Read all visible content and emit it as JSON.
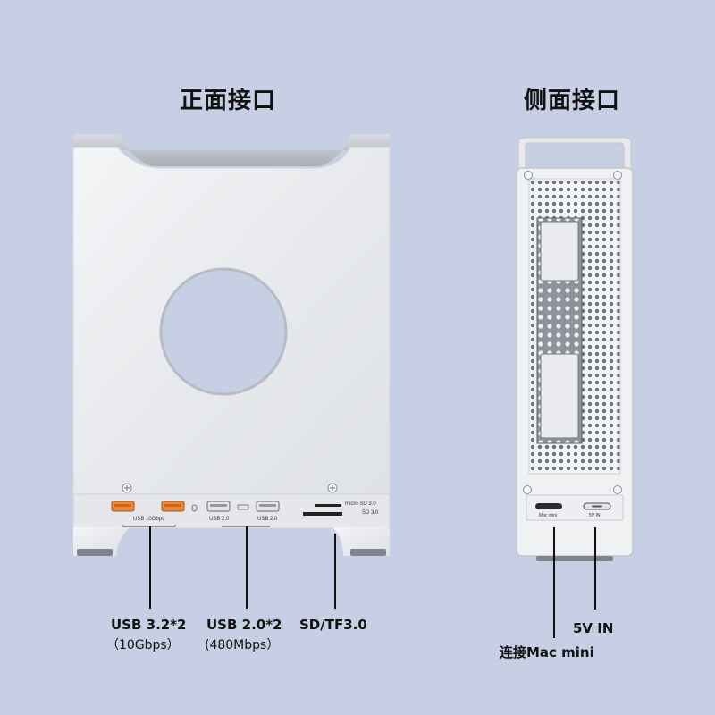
{
  "headings": {
    "front": "正面接口",
    "side": "侧面接口"
  },
  "front_ports": {
    "usb32_label": "USB 3.2*2",
    "usb32_speed": "（10Gbps）",
    "usb20_label": "USB 2.0*2",
    "usb20_speed": "(480Mbps）",
    "sd_label": "SD/TF3.0",
    "tiny_usb10": "USB 10Gbps",
    "tiny_usb20_a": "USB 2.0",
    "tiny_usb20_b": "USB 2.0",
    "tiny_microsd": "micro SD 3.0",
    "tiny_sd": "SD 3.0"
  },
  "side_ports": {
    "power_label": "5V IN",
    "macmini_label": "连接Mac mini",
    "tiny_macmini": "Mac mini",
    "tiny_5vin": "5V IN"
  },
  "colors": {
    "background": "#c6cfe3",
    "aluminum": "#eceef1",
    "usb32_port": "#f08a3a",
    "usb20_port": "#e4e6ea"
  }
}
